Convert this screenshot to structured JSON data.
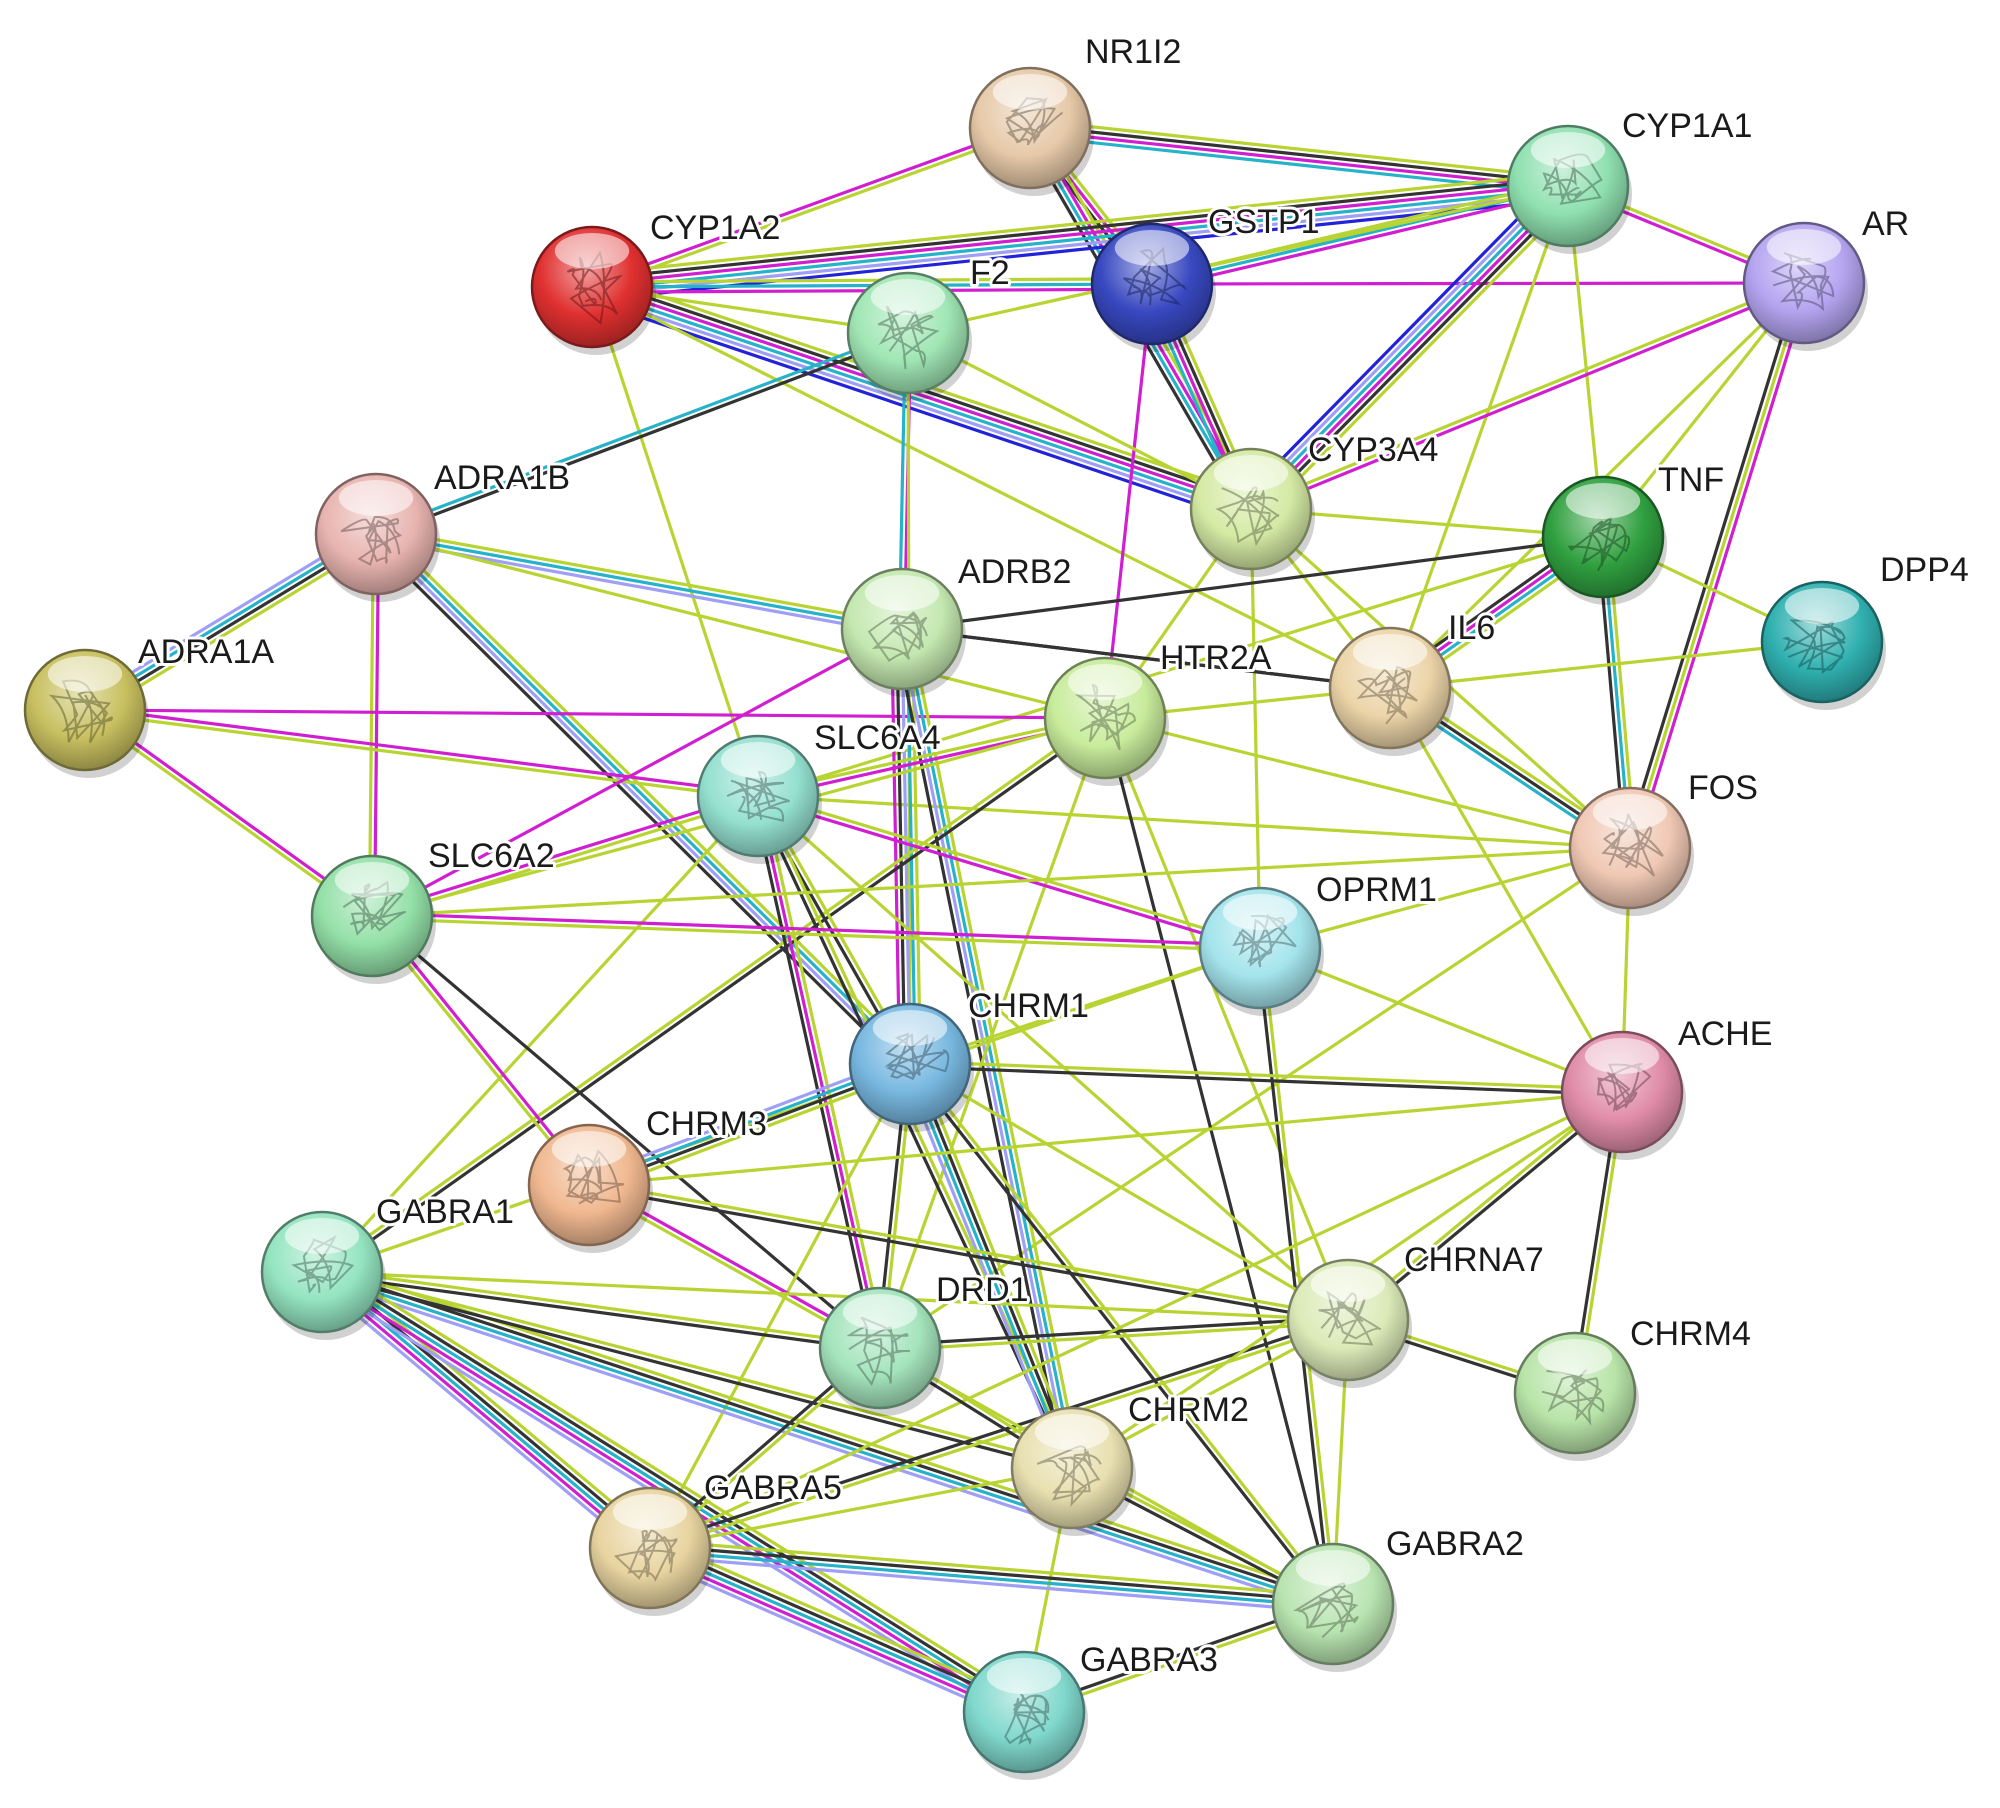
{
  "colors": {
    "textmining": "#b8d432",
    "coexpression": "#333333",
    "experiments": "#d01fd0",
    "databases": "#26b3c9",
    "homology": "#9f9ff5",
    "cooccurrence": "#2222d8"
  },
  "nodes": [
    {
      "id": "NR1I2",
      "label": "NR1I2",
      "color": "#e6c9a8"
    },
    {
      "id": "CYP1A1",
      "label": "CYP1A1",
      "color": "#8fe0b0"
    },
    {
      "id": "CYP1A2",
      "label": "CYP1A2",
      "color": "#e03030"
    },
    {
      "id": "GSTP1",
      "label": "GSTP1",
      "color": "#3848c0"
    },
    {
      "id": "F2",
      "label": "F2",
      "color": "#a0e6b4"
    },
    {
      "id": "AR",
      "label": "AR",
      "color": "#b4a4f0"
    },
    {
      "id": "CYP3A4",
      "label": "CYP3A4",
      "color": "#d4eaa4"
    },
    {
      "id": "ADRA1B",
      "label": "ADRA1B",
      "color": "#e8b4b0"
    },
    {
      "id": "TNF",
      "label": "TNF",
      "color": "#30a040"
    },
    {
      "id": "DPP4",
      "label": "DPP4",
      "color": "#30b0b0"
    },
    {
      "id": "ADRB2",
      "label": "ADRB2",
      "color": "#c4e8b0"
    },
    {
      "id": "ADRA1A",
      "label": "ADRA1A",
      "color": "#c8c060"
    },
    {
      "id": "IL6",
      "label": "IL6",
      "color": "#ecd4a8"
    },
    {
      "id": "HTR2A",
      "label": "HTR2A",
      "color": "#c8ec9c"
    },
    {
      "id": "SLC6A4",
      "label": "SLC6A4",
      "color": "#94e0d0"
    },
    {
      "id": "FOS",
      "label": "FOS",
      "color": "#f0c8b4"
    },
    {
      "id": "SLC6A2",
      "label": "SLC6A2",
      "color": "#94e0a8"
    },
    {
      "id": "OPRM1",
      "label": "OPRM1",
      "color": "#a4e4ec"
    },
    {
      "id": "CHRM1",
      "label": "CHRM1",
      "color": "#78b8e0"
    },
    {
      "id": "ACHE",
      "label": "ACHE",
      "color": "#e08ca8"
    },
    {
      "id": "CHRM3",
      "label": "CHRM3",
      "color": "#f0b890"
    },
    {
      "id": "GABRA1",
      "label": "GABRA1",
      "color": "#94e4c0"
    },
    {
      "id": "CHRNA7",
      "label": "CHRNA7",
      "color": "#dceab8"
    },
    {
      "id": "DRD1",
      "label": "DRD1",
      "color": "#a4e4bc"
    },
    {
      "id": "CHRM4",
      "label": "CHRM4",
      "color": "#b8e4a8"
    },
    {
      "id": "CHRM2",
      "label": "CHRM2",
      "color": "#e8e0b0"
    },
    {
      "id": "GABRA5",
      "label": "GABRA5",
      "color": "#e8d4a0"
    },
    {
      "id": "GABRA2",
      "label": "GABRA2",
      "color": "#b8e4b0"
    },
    {
      "id": "GABRA3",
      "label": "GABRA3",
      "color": "#80d8cc"
    }
  ],
  "edges": [
    {
      "a": "NR1I2",
      "b": "CYP1A1",
      "types": [
        "textmining",
        "coexpression",
        "experiments",
        "databases"
      ]
    },
    {
      "a": "NR1I2",
      "b": "CYP1A2",
      "types": [
        "textmining",
        "experiments"
      ]
    },
    {
      "a": "NR1I2",
      "b": "GSTP1",
      "types": [
        "textmining",
        "experiments",
        "coexpression"
      ]
    },
    {
      "a": "NR1I2",
      "b": "CYP3A4",
      "types": [
        "textmining",
        "experiments",
        "databases",
        "coexpression"
      ]
    },
    {
      "a": "CYP1A2",
      "b": "CYP1A1",
      "types": [
        "textmining",
        "coexpression",
        "experiments",
        "databases",
        "homology",
        "cooccurrence"
      ]
    },
    {
      "a": "CYP1A2",
      "b": "GSTP1",
      "types": [
        "textmining",
        "databases",
        "experiments"
      ]
    },
    {
      "a": "CYP1A2",
      "b": "CYP3A4",
      "types": [
        "textmining",
        "coexpression",
        "experiments",
        "databases",
        "homology",
        "cooccurrence"
      ]
    },
    {
      "a": "CYP1A2",
      "b": "F2",
      "types": [
        "textmining"
      ]
    },
    {
      "a": "CYP1A2",
      "b": "SLC6A4",
      "types": [
        "textmining"
      ]
    },
    {
      "a": "CYP1A2",
      "b": "IL6",
      "types": [
        "textmining"
      ]
    },
    {
      "a": "GSTP1",
      "b": "CYP1A1",
      "types": [
        "textmining",
        "databases",
        "experiments"
      ]
    },
    {
      "a": "GSTP1",
      "b": "CYP3A4",
      "types": [
        "textmining",
        "coexpression",
        "experiments",
        "databases"
      ]
    },
    {
      "a": "GSTP1",
      "b": "AR",
      "types": [
        "experiments"
      ]
    },
    {
      "a": "GSTP1",
      "b": "HTR2A",
      "types": [
        "experiments"
      ]
    },
    {
      "a": "CYP1A1",
      "b": "CYP3A4",
      "types": [
        "textmining",
        "coexpression",
        "experiments",
        "databases",
        "homology",
        "cooccurrence"
      ]
    },
    {
      "a": "CYP1A1",
      "b": "AR",
      "types": [
        "textmining",
        "experiments"
      ]
    },
    {
      "a": "CYP1A1",
      "b": "TNF",
      "types": [
        "textmining"
      ]
    },
    {
      "a": "CYP1A1",
      "b": "IL6",
      "types": [
        "textmining"
      ]
    },
    {
      "a": "CYP1A1",
      "b": "F2",
      "types": [
        "textmining"
      ]
    },
    {
      "a": "F2",
      "b": "ADRA1B",
      "types": [
        "coexpression",
        "databases"
      ]
    },
    {
      "a": "F2",
      "b": "ADRB2",
      "types": [
        "experiments",
        "databases"
      ]
    },
    {
      "a": "F2",
      "b": "CYP3A4",
      "types": [
        "textmining"
      ]
    },
    {
      "a": "F2",
      "b": "CHRM1",
      "types": [
        "textmining"
      ]
    },
    {
      "a": "AR",
      "b": "CYP3A4",
      "types": [
        "experiments",
        "textmining"
      ]
    },
    {
      "a": "AR",
      "b": "TNF",
      "types": [
        "textmining"
      ]
    },
    {
      "a": "AR",
      "b": "FOS",
      "types": [
        "experiments",
        "textmining",
        "coexpression"
      ]
    },
    {
      "a": "AR",
      "b": "IL6",
      "types": [
        "textmining"
      ]
    },
    {
      "a": "CYP3A4",
      "b": "IL6",
      "types": [
        "textmining"
      ]
    },
    {
      "a": "CYP3A4",
      "b": "TNF",
      "types": [
        "textmining"
      ]
    },
    {
      "a": "CYP3A4",
      "b": "HTR2A",
      "types": [
        "textmining"
      ]
    },
    {
      "a": "CYP3A4",
      "b": "OPRM1",
      "types": [
        "textmining"
      ]
    },
    {
      "a": "CYP3A4",
      "b": "FOS",
      "types": [
        "textmining"
      ]
    },
    {
      "a": "TNF",
      "b": "IL6",
      "types": [
        "textmining",
        "databases",
        "experiments",
        "coexpression"
      ]
    },
    {
      "a": "TNF",
      "b": "FOS",
      "types": [
        "textmining",
        "databases",
        "coexpression"
      ]
    },
    {
      "a": "TNF",
      "b": "DPP4",
      "types": [
        "textmining"
      ]
    },
    {
      "a": "TNF",
      "b": "ADRB2",
      "types": [
        "coexpression"
      ]
    },
    {
      "a": "TNF",
      "b": "SLC6A4",
      "types": [
        "textmining"
      ]
    },
    {
      "a": "IL6",
      "b": "FOS",
      "types": [
        "textmining",
        "coexpression",
        "databases"
      ]
    },
    {
      "a": "IL6",
      "b": "ACHE",
      "types": [
        "textmining"
      ]
    },
    {
      "a": "IL6",
      "b": "ADRB2",
      "types": [
        "coexpression"
      ]
    },
    {
      "a": "IL6",
      "b": "DPP4",
      "types": [
        "textmining"
      ]
    },
    {
      "a": "IL6",
      "b": "HTR2A",
      "types": [
        "textmining"
      ]
    },
    {
      "a": "FOS",
      "b": "ACHE",
      "types": [
        "textmining"
      ]
    },
    {
      "a": "FOS",
      "b": "SLC6A4",
      "types": [
        "textmining"
      ]
    },
    {
      "a": "FOS",
      "b": "HTR2A",
      "types": [
        "textmining"
      ]
    },
    {
      "a": "FOS",
      "b": "OPRM1",
      "types": [
        "textmining"
      ]
    },
    {
      "a": "FOS",
      "b": "DRD1",
      "types": [
        "textmining"
      ]
    },
    {
      "a": "ADRA1B",
      "b": "ADRA1A",
      "types": [
        "textmining",
        "coexpression",
        "databases",
        "homology"
      ]
    },
    {
      "a": "ADRA1B",
      "b": "SLC6A2",
      "types": [
        "experiments",
        "textmining"
      ]
    },
    {
      "a": "ADRA1B",
      "b": "ADRB2",
      "types": [
        "textmining",
        "databases",
        "homology"
      ]
    },
    {
      "a": "ADRA1B",
      "b": "CHRM1",
      "types": [
        "textmining",
        "databases",
        "homology",
        "coexpression"
      ]
    },
    {
      "a": "ADRA1B",
      "b": "HTR2A",
      "types": [
        "textmining"
      ]
    },
    {
      "a": "ADRA1A",
      "b": "SLC6A2",
      "types": [
        "experiments",
        "textmining"
      ]
    },
    {
      "a": "ADRA1A",
      "b": "SLC6A4",
      "types": [
        "experiments",
        "textmining"
      ]
    },
    {
      "a": "ADRA1A",
      "b": "HTR2A",
      "types": [
        "experiments"
      ]
    },
    {
      "a": "ADRB2",
      "b": "CHRM1",
      "types": [
        "textmining",
        "databases",
        "homology",
        "coexpression",
        "experiments"
      ]
    },
    {
      "a": "ADRB2",
      "b": "CHRM2",
      "types": [
        "textmining",
        "databases",
        "homology",
        "coexpression"
      ]
    },
    {
      "a": "ADRB2",
      "b": "SLC6A2",
      "types": [
        "experiments"
      ]
    },
    {
      "a": "ADRB2",
      "b": "IL6",
      "types": [
        "coexpression"
      ]
    },
    {
      "a": "HTR2A",
      "b": "SLC6A4",
      "types": [
        "experiments",
        "textmining"
      ]
    },
    {
      "a": "HTR2A",
      "b": "SLC6A2",
      "types": [
        "textmining"
      ]
    },
    {
      "a": "HTR2A",
      "b": "GABRA1",
      "types": [
        "coexpression",
        "textmining"
      ]
    },
    {
      "a": "HTR2A",
      "b": "GABRA2",
      "types": [
        "coexpression"
      ]
    },
    {
      "a": "HTR2A",
      "b": "CHRNA7",
      "types": [
        "textmining"
      ]
    },
    {
      "a": "HTR2A",
      "b": "DRD1",
      "types": [
        "textmining"
      ]
    },
    {
      "a": "SLC6A4",
      "b": "SLC6A2",
      "types": [
        "textmining",
        "experiments"
      ]
    },
    {
      "a": "SLC6A4",
      "b": "OPRM1",
      "types": [
        "textmining",
        "experiments"
      ]
    },
    {
      "a": "SLC6A4",
      "b": "CHRM1",
      "types": [
        "textmining",
        "coexpression"
      ]
    },
    {
      "a": "SLC6A4",
      "b": "DRD1",
      "types": [
        "textmining",
        "experiments",
        "coexpression"
      ]
    },
    {
      "a": "SLC6A4",
      "b": "CHRM2",
      "types": [
        "textmining",
        "coexpression"
      ]
    },
    {
      "a": "SLC6A4",
      "b": "GABRA1",
      "types": [
        "textmining"
      ]
    },
    {
      "a": "SLC6A4",
      "b": "CHRNA7",
      "types": [
        "textmining"
      ]
    },
    {
      "a": "SLC6A2",
      "b": "OPRM1",
      "types": [
        "experiments",
        "textmining"
      ]
    },
    {
      "a": "SLC6A2",
      "b": "CHRM3",
      "types": [
        "experiments",
        "textmining"
      ]
    },
    {
      "a": "SLC6A2",
      "b": "DRD1",
      "types": [
        "coexpression"
      ]
    },
    {
      "a": "SLC6A2",
      "b": "FOS",
      "types": [
        "textmining"
      ]
    },
    {
      "a": "OPRM1",
      "b": "CHRM1",
      "types": [
        "textmining"
      ]
    },
    {
      "a": "OPRM1",
      "b": "GABRA2",
      "types": [
        "textmining",
        "coexpression"
      ]
    },
    {
      "a": "OPRM1",
      "b": "ACHE",
      "types": [
        "textmining"
      ]
    },
    {
      "a": "OPRM1",
      "b": "GABRA1",
      "types": [
        "textmining"
      ]
    },
    {
      "a": "CHRM1",
      "b": "CHRM3",
      "types": [
        "textmining",
        "coexpression",
        "databases",
        "homology"
      ]
    },
    {
      "a": "CHRM1",
      "b": "DRD1",
      "types": [
        "textmining",
        "coexpression"
      ]
    },
    {
      "a": "CHRM1",
      "b": "CHRM2",
      "types": [
        "textmining",
        "coexpression",
        "databases",
        "homology"
      ]
    },
    {
      "a": "CHRM1",
      "b": "ACHE",
      "types": [
        "textmining",
        "coexpression"
      ]
    },
    {
      "a": "CHRM1",
      "b": "CHRNA7",
      "types": [
        "textmining"
      ]
    },
    {
      "a": "CHRM1",
      "b": "GABRA2",
      "types": [
        "textmining",
        "coexpression"
      ]
    },
    {
      "a": "CHRM1",
      "b": "GABRA5",
      "types": [
        "textmining"
      ]
    },
    {
      "a": "CHRM3",
      "b": "DRD1",
      "types": [
        "experiments",
        "textmining"
      ]
    },
    {
      "a": "CHRM3",
      "b": "CHRNA7",
      "types": [
        "textmining",
        "coexpression"
      ]
    },
    {
      "a": "CHRM3",
      "b": "ACHE",
      "types": [
        "textmining"
      ]
    },
    {
      "a": "GABRA1",
      "b": "GABRA5",
      "types": [
        "textmining",
        "coexpression",
        "databases",
        "experiments",
        "homology"
      ]
    },
    {
      "a": "GABRA1",
      "b": "GABRA2",
      "types": [
        "textmining",
        "coexpression",
        "databases",
        "homology"
      ]
    },
    {
      "a": "GABRA1",
      "b": "GABRA3",
      "types": [
        "textmining",
        "coexpression",
        "databases",
        "experiments",
        "homology"
      ]
    },
    {
      "a": "GABRA1",
      "b": "DRD1",
      "types": [
        "textmining",
        "coexpression"
      ]
    },
    {
      "a": "GABRA1",
      "b": "CHRM2",
      "types": [
        "textmining",
        "coexpression"
      ]
    },
    {
      "a": "GABRA1",
      "b": "CHRNA7",
      "types": [
        "textmining"
      ]
    },
    {
      "a": "CHRNA7",
      "b": "ACHE",
      "types": [
        "textmining",
        "coexpression"
      ]
    },
    {
      "a": "CHRNA7",
      "b": "CHRM4",
      "types": [
        "textmining",
        "coexpression"
      ]
    },
    {
      "a": "CHRNA7",
      "b": "DRD1",
      "types": [
        "textmining",
        "coexpression"
      ]
    },
    {
      "a": "CHRNA7",
      "b": "CHRM2",
      "types": [
        "textmining"
      ]
    },
    {
      "a": "CHRNA7",
      "b": "GABRA2",
      "types": [
        "textmining"
      ]
    },
    {
      "a": "CHRNA7",
      "b": "GABRA5",
      "types": [
        "textmining",
        "coexpression"
      ]
    },
    {
      "a": "ACHE",
      "b": "CHRM4",
      "types": [
        "textmining",
        "coexpression"
      ]
    },
    {
      "a": "ACHE",
      "b": "CHRM2",
      "types": [
        "textmining"
      ]
    },
    {
      "a": "ACHE",
      "b": "GABRA5",
      "types": [
        "textmining"
      ]
    },
    {
      "a": "DRD1",
      "b": "CHRM2",
      "types": [
        "textmining",
        "coexpression"
      ]
    },
    {
      "a": "DRD1",
      "b": "GABRA5",
      "types": [
        "textmining",
        "coexpression"
      ]
    },
    {
      "a": "DRD1",
      "b": "GABRA2",
      "types": [
        "textmining"
      ]
    },
    {
      "a": "CHRM2",
      "b": "GABRA5",
      "types": [
        "textmining"
      ]
    },
    {
      "a": "CHRM2",
      "b": "GABRA2",
      "types": [
        "textmining",
        "coexpression"
      ]
    },
    {
      "a": "CHRM2",
      "b": "GABRA3",
      "types": [
        "textmining"
      ]
    },
    {
      "a": "GABRA5",
      "b": "GABRA2",
      "types": [
        "textmining",
        "coexpression",
        "databases",
        "homology"
      ]
    },
    {
      "a": "GABRA5",
      "b": "GABRA3",
      "types": [
        "textmining",
        "coexpression",
        "databases",
        "experiments",
        "homology"
      ]
    },
    {
      "a": "GABRA2",
      "b": "GABRA3",
      "types": [
        "textmining",
        "coexpression"
      ]
    }
  ]
}
